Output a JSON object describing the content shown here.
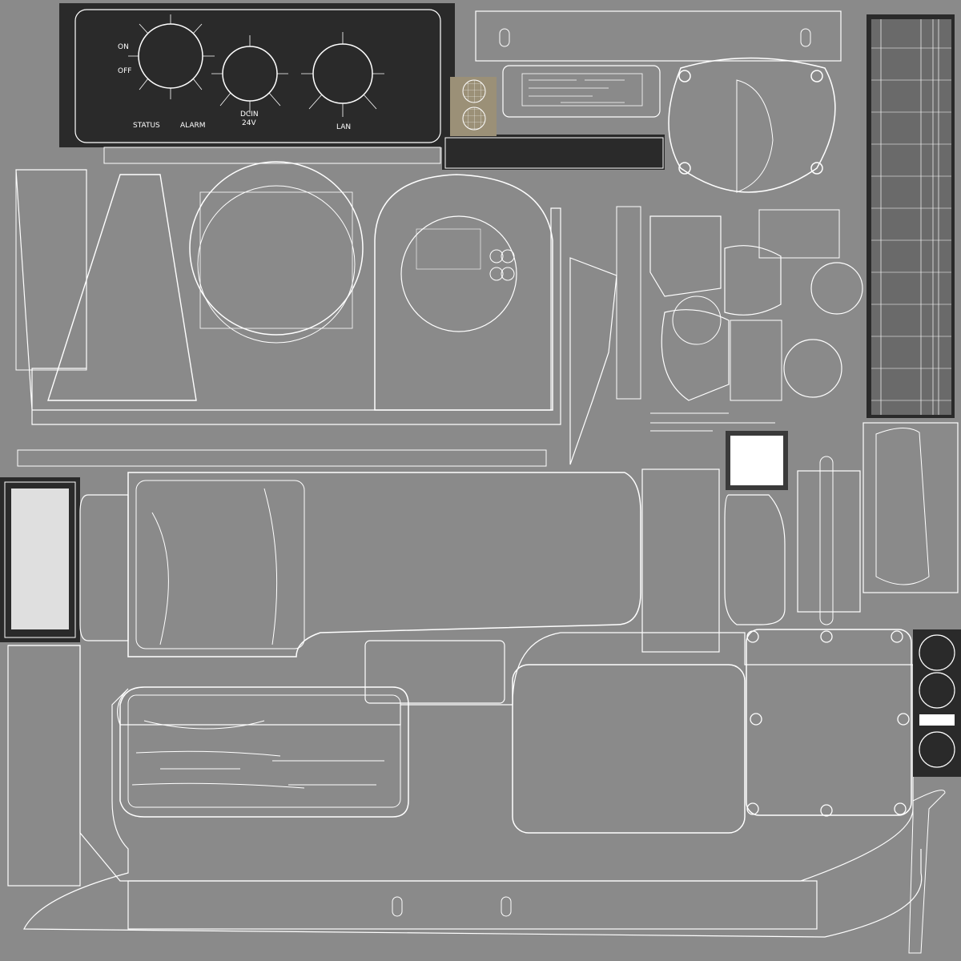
{
  "panel_labels": {
    "on": "ON",
    "off": "OFF",
    "status": "STATUS",
    "alarm": "ALARM",
    "dcin": "DCIN",
    "volt": "24V",
    "lan": "LAN"
  },
  "colors": {
    "background": "#8a8a8a",
    "wire": "#ffffff",
    "dark_panel": "#2a2a2a",
    "tan_patch": "#9b9077"
  }
}
